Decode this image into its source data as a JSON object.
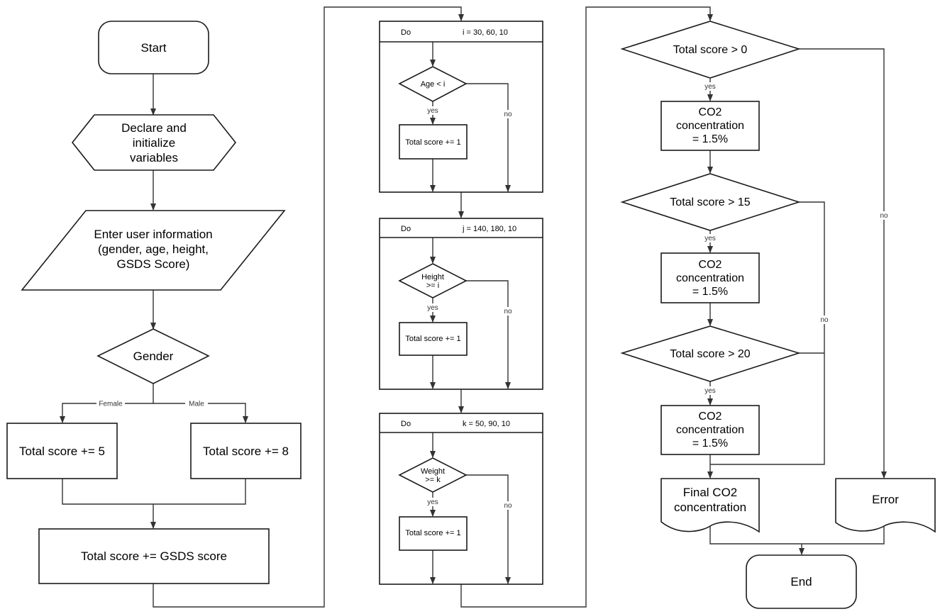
{
  "nodes": {
    "start": "Start",
    "declare": [
      "Declare and",
      "initialize",
      "variables"
    ],
    "enter_info": [
      "Enter user information",
      "(gender, age, height,",
      "GSDS Score)"
    ],
    "gender": "Gender",
    "score_female": "Total score += 5",
    "score_male": "Total score += 8",
    "score_gsds": "Total score += GSDS score",
    "loop1_do": "Do",
    "loop1_range": "i = 30, 60, 10",
    "age_check": "Age < i",
    "loop1_score": "Total score += 1",
    "loop2_do": "Do",
    "loop2_range": "j = 140, 180, 10",
    "height_check": [
      "Height",
      ">= i"
    ],
    "loop2_score": "Total score += 1",
    "loop3_do": "Do",
    "loop3_range": "k = 50, 90, 10",
    "weight_check": [
      "Weight",
      ">= k"
    ],
    "loop3_score": "Total score += 1",
    "check_0": "Total score > 0",
    "co2_1": [
      "CO2",
      "concentration",
      "= 1.5%"
    ],
    "check_15": "Total score > 15",
    "co2_2": [
      "CO2",
      "concentration",
      "= 1.5%"
    ],
    "check_20": "Total score > 20",
    "co2_3": [
      "CO2",
      "concentration",
      "= 1.5%"
    ],
    "final_co2": [
      "Final CO2",
      "concentration"
    ],
    "error": "Error",
    "end": "End"
  },
  "edge_labels": {
    "female": "Female",
    "male": "Male",
    "yes": "yes",
    "no": "no"
  }
}
